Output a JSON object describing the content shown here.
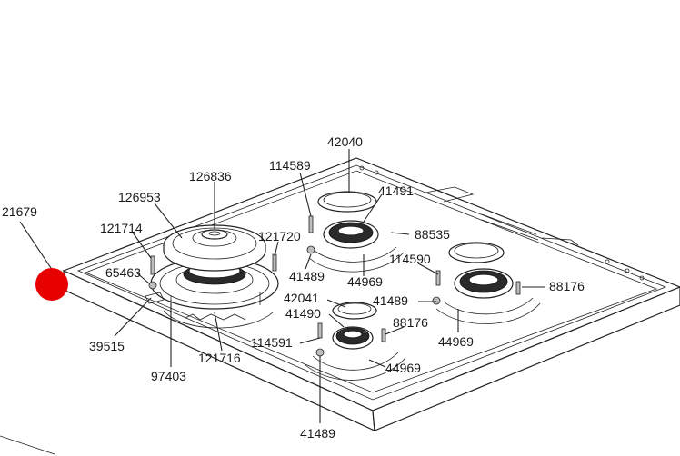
{
  "marker": {
    "color": "#e60000"
  },
  "labels": {
    "p21679": "21679",
    "p126836": "126836",
    "p126953": "126953",
    "p121714": "121714",
    "p65463": "65463",
    "p39515": "39515",
    "p97403": "97403",
    "p121716": "121716",
    "p121720": "121720",
    "p114589": "114589",
    "p42040": "42040",
    "p41491": "41491",
    "p88535": "88535",
    "p41489_a": "41489",
    "p44969_a": "44969",
    "p42041": "42041",
    "p41490": "41490",
    "p114591": "114591",
    "p88176_a": "88176",
    "p44969_b": "44969",
    "p41489_c": "41489",
    "p114590": "114590",
    "p41489_b": "41489",
    "p88176_b": "88176",
    "p44969_c": "44969"
  }
}
